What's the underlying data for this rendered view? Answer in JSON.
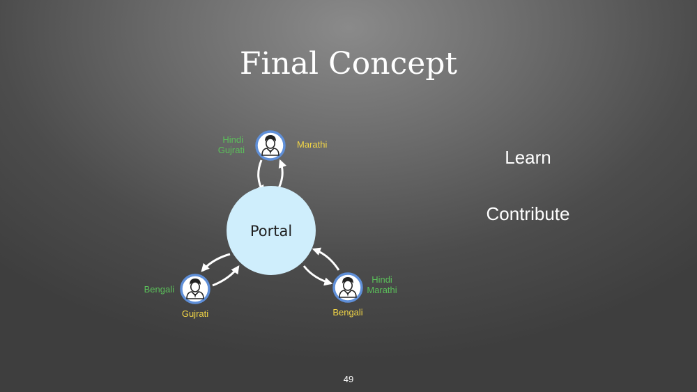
{
  "slide": {
    "title": "Final Concept",
    "page_number": "49"
  },
  "side_list": {
    "learn": "Learn",
    "contribute": "Contribute"
  },
  "diagram": {
    "center_label": "Portal",
    "nodes": {
      "top": {
        "icon": "user-avatar-icon",
        "left_lines": [
          "Hindi",
          "Gujrati"
        ],
        "right_lines": [
          "Marathi"
        ]
      },
      "bottom_left": {
        "icon": "user-avatar-icon",
        "left_lines": [
          "Bengali"
        ],
        "below_lines": [
          "Gujrati"
        ]
      },
      "bottom_right": {
        "icon": "user-avatar-icon",
        "right_lines": [
          "Hindi",
          "Marathi"
        ],
        "below_lines": [
          "Bengali"
        ]
      }
    }
  },
  "colors": {
    "green_label": "#5bc05a",
    "yellow_label": "#f2d646",
    "portal_fill": "#cfeefc",
    "node_ring": "#5f8fd8"
  }
}
